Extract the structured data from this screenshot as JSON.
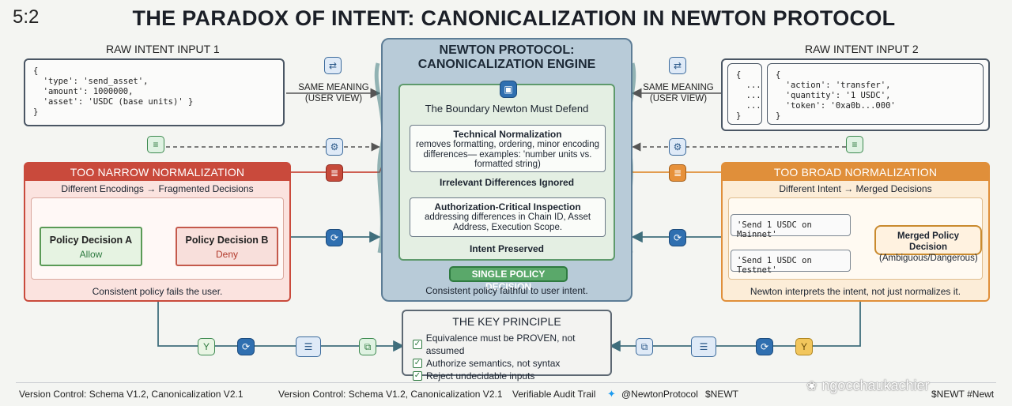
{
  "ratio": "5:2",
  "title": "THE PARADOX OF INTENT: CANONICALIZATION IN NEWTON PROTOCOL",
  "raw1": {
    "label": "RAW INTENT INPUT 1",
    "code": "{\n  'type': 'send_asset',\n  'amount': 1000000,\n  'asset': 'USDC (base units)' }\n}"
  },
  "raw2": {
    "label": "RAW INTENT INPUT 2",
    "ellipsis": "{\n  ...\n  ...\n  ...\n}",
    "code": "{\n  'action': 'transfer',\n  'quantity': '1 USDC',\n  'token': '0xa0b...000'\n}"
  },
  "same_meaning_left": {
    "line1": "SAME MEANING",
    "line2": "(USER VIEW)"
  },
  "same_meaning_right": {
    "line1": "SAME MEANING",
    "line2": "(USER VIEW)"
  },
  "narrow": {
    "header": "TOO NARROW NORMALIZATION",
    "subtitle": "Different Encodings → Fragmented Decisions",
    "decision_a": {
      "title": "Policy Decision A",
      "result": "Allow"
    },
    "decision_b": {
      "title": "Policy Decision B",
      "result": "Deny"
    },
    "footer": "Consistent policy fails the user."
  },
  "broad": {
    "header": "TOO BROAD NORMALIZATION",
    "subtitle": "Different Intent → Merged Decisions",
    "mainnet": "'Send 1 USDC on Mainnet'",
    "testnet": "'Send 1 USDC on Testnet'",
    "merged_title": "Merged Policy Decision",
    "merged_sub": "(Ambiguous/Dangerous)",
    "footer": "Newton interprets the intent, not just normalizes it."
  },
  "engine": {
    "title_line1": "NEWTON PROTOCOL:",
    "title_line2": "CANONICALIZATION ENGINE",
    "boundary": "The Boundary Newton Must Defend",
    "tech_title": "Technical Normalization",
    "tech_body": "removes formatting, ordering, minor encoding differences— examples: 'number units vs. formatted string)",
    "irrelevant": "Irrelevant Differences Ignored",
    "auth_title": "Authorization-Critical Inspection",
    "auth_body": "addressing differences in Chain ID, Asset Address, Execution Scope.",
    "preserved": "Intent Preserved",
    "single": "SINGLE POLICY DECISION",
    "footer": "Consistent policy faithful to user intent."
  },
  "key_principle": {
    "title": "THE KEY PRINCIPLE",
    "items": [
      "Equivalence must be PROVEN, not assumed",
      "Authorize semantics, not syntax",
      "Reject undecidable inputs"
    ]
  },
  "footer": {
    "left": "Version Control: Schema V1.2, Canonicalization V2.1",
    "mid": "Version Control: Schema  V1.2, Canonicalization V2.1",
    "audit": "Verifiable Audit Trail",
    "twitter": "@NewtonProtocol",
    "ticker": "$NEWT",
    "hashtag": "$NEWT  #Newt",
    "watermark": "ngocchaukachier"
  },
  "colors": {
    "narrow": "#c94a3c",
    "broad": "#e08f3a",
    "engine": "#b8cbd8",
    "boundary": "#5e9a6c",
    "single": "#5aa86a"
  }
}
